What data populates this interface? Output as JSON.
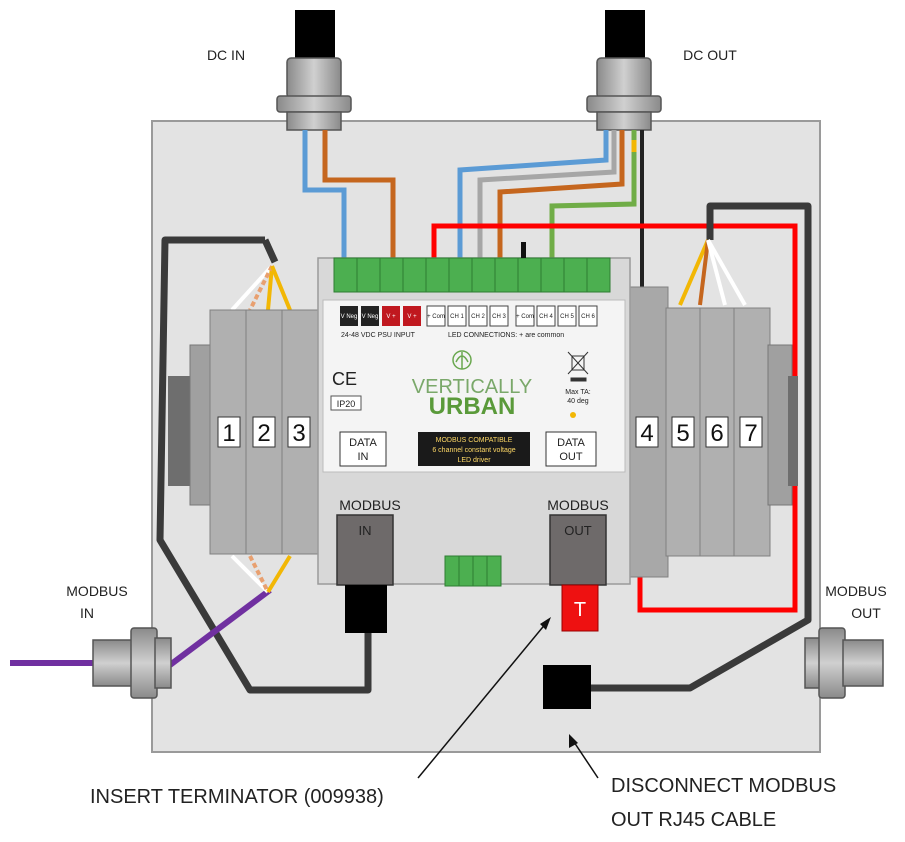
{
  "labels": {
    "dc_in": "DC IN",
    "dc_out": "DC OUT",
    "modbus_in_left": [
      "MODBUS",
      "IN"
    ],
    "modbus_out_right": [
      "MODBUS",
      "OUT"
    ],
    "modbus_in_port": [
      "MODBUS",
      "IN"
    ],
    "modbus_out_port": [
      "MODBUS",
      "OUT"
    ],
    "terminator_tag": "T",
    "callout_terminator": "INSERT TERMINATOR (009938)",
    "callout_disconnect": [
      "DISCONNECT MODBUS",
      "OUT RJ45 CABLE"
    ]
  },
  "modules_left": [
    "1",
    "2",
    "3"
  ],
  "modules_right": [
    "4",
    "5",
    "6",
    "7"
  ],
  "driver": {
    "brand_line1": "VERTICALLY",
    "brand_line2": "URBAN",
    "ce_mark": "CE",
    "ip_rating": "IP20",
    "psu_input": "24-48 VDC PSU INPUT",
    "led_connections": "LED CONNECTIONS: + are common",
    "terminals": [
      "V Neg",
      "V Neg",
      "V +",
      "V +",
      "+ Com",
      "CH 1",
      "CH 2",
      "CH 3",
      "+ Com",
      "CH 4",
      "CH 5",
      "CH 6"
    ],
    "data_in": [
      "DATA",
      "IN"
    ],
    "data_out": [
      "DATA",
      "OUT"
    ],
    "info_box": [
      "MODBUS COMPATIBLE",
      "6 channel constant voltage",
      "LED driver"
    ],
    "max_ta": [
      "Max TA:",
      "40 deg"
    ]
  },
  "colors": {
    "wire_blue": "#5b9bd5",
    "wire_brown": "#c5661e",
    "wire_grey": "#a6a6a6",
    "wire_green": "#70ad47",
    "wire_yellow": "#f2b705",
    "wire_red": "#ff0000",
    "wire_black": "#333333",
    "wire_purple": "#7030a0",
    "terminator": "#ee1111",
    "brand_green": "#5a9a3a"
  }
}
